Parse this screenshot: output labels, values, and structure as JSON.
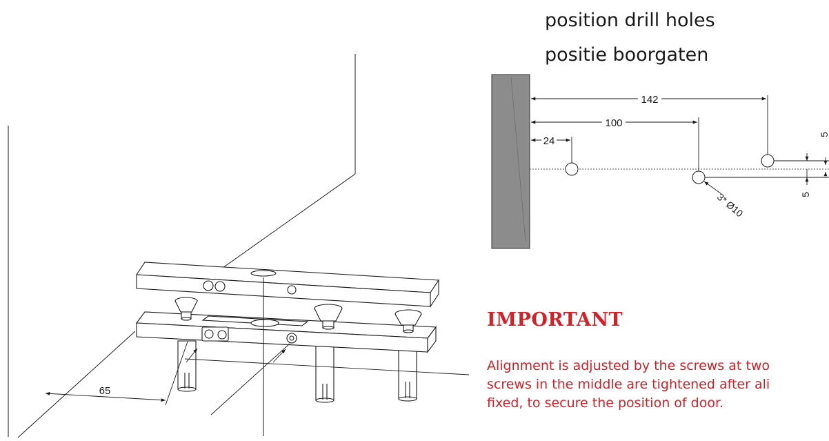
{
  "titles": {
    "line1": "position drill holes",
    "line2": "positie boorgaten"
  },
  "dimensions": {
    "d142": "142",
    "d100": "100",
    "d24": "24",
    "d5_top": "5",
    "d5_bottom": "5",
    "hole_spec": "3* Ø10",
    "d65": "65"
  },
  "important": {
    "heading": "IMPORTANT",
    "line1": "Alignment is adjusted by the screws at two",
    "line2": "screws in the middle are tightened after ali",
    "line3": "fixed, to secure the position of door."
  },
  "colors": {
    "accent": "#d42027",
    "wall": "#8c8c8c",
    "line": "#1a1a1a"
  }
}
